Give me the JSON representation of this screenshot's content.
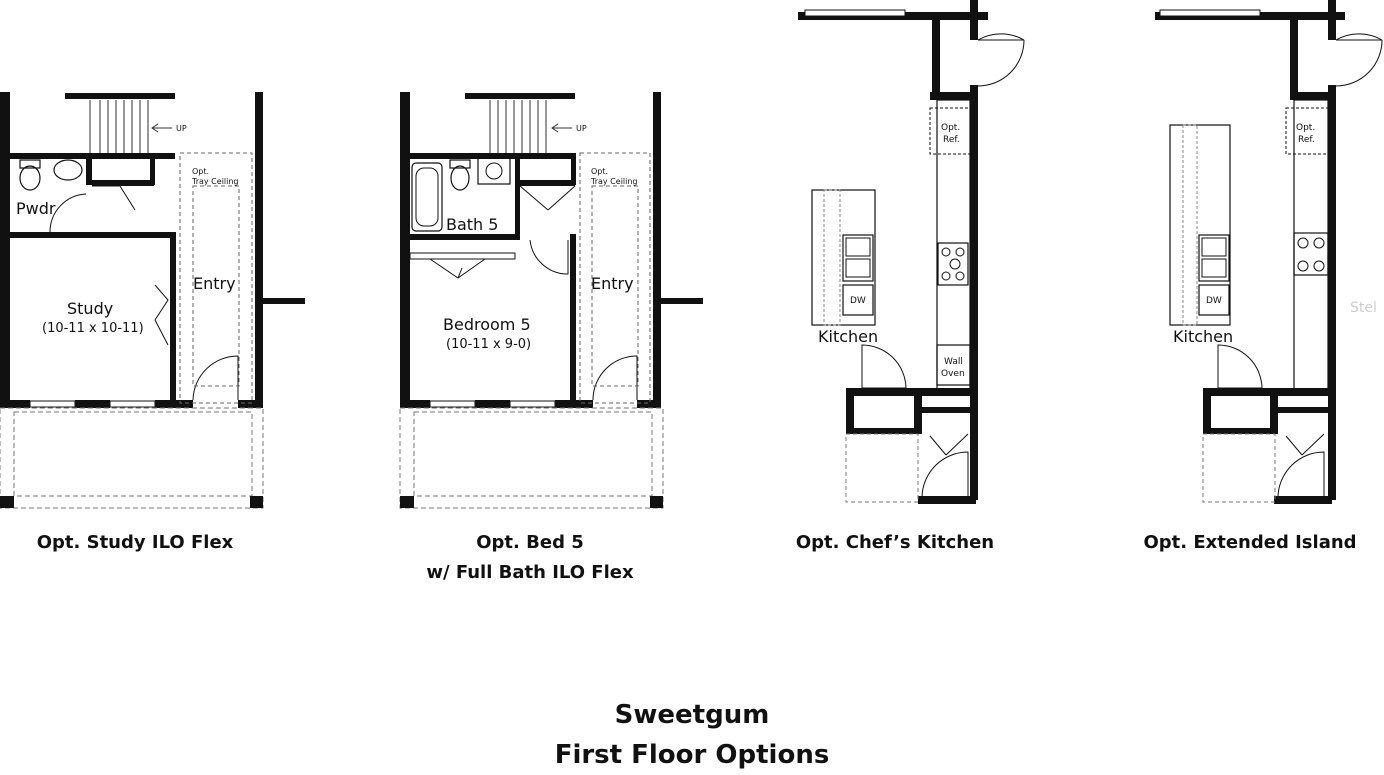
{
  "plans": [
    {
      "caption_lines": [
        "Opt. Study ILO Flex"
      ],
      "rooms": {
        "pwdr": "Pwdr",
        "study": "Study",
        "study_dim": "(10-11 x 10-11)",
        "entry": "Entry",
        "stair_up": "UP",
        "tray_1": "Opt.",
        "tray_2": "Tray Ceiling"
      }
    },
    {
      "caption_lines": [
        "Opt. Bed 5",
        "w/ Full Bath ILO Flex"
      ],
      "rooms": {
        "bath": "Bath 5",
        "bedroom": "Bedroom 5",
        "bedroom_dim": "(10-11 x 9-0)",
        "entry": "Entry",
        "stair_up": "UP",
        "tray_1": "Opt.",
        "tray_2": "Tray Ceiling"
      }
    },
    {
      "caption_lines": [
        "Opt. Chef’s Kitchen"
      ],
      "rooms": {
        "kitchen": "Kitchen",
        "dw": "DW",
        "ref_1": "Opt.",
        "ref_2": "Ref.",
        "oven_1": "Wall",
        "oven_2": "Oven"
      }
    },
    {
      "caption_lines": [
        "Opt. Extended Island"
      ],
      "rooms": {
        "kitchen": "Kitchen",
        "dw": "DW",
        "ref_1": "Opt.",
        "ref_2": "Ref."
      }
    }
  ],
  "title_lines": [
    "Sweetgum",
    "First Floor Options"
  ],
  "watermark": "Stel"
}
